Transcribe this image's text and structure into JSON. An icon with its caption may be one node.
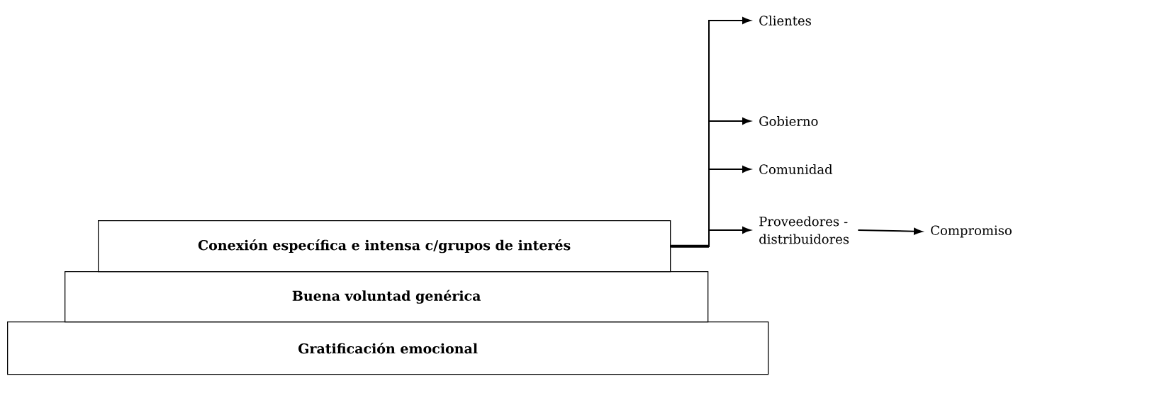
{
  "diagram": {
    "nodes": [
      {
        "text": [
          "Clientes"
        ]
      },
      {
        "text": [
          "Gobierno"
        ]
      },
      {
        "text": [
          "Comunidad"
        ]
      },
      {
        "text": [
          "Proveedores - distribuidores"
        ]
      },
      {
        "text": [
          "Compromiso"
        ]
      },
      {
        "text": [
          "Conexión específica e intensa c/grupos de interés"
        ]
      },
      {
        "text": [
          "Buena voluntad genérica"
        ]
      },
      {
        "text": [
          "Gratificación emocional"
        ]
      }
    ],
    "edges": [
      {
        "from": 5,
        "to": 0,
        "arrow": "to"
      },
      {
        "from": 5,
        "to": 1,
        "arrow": "to"
      },
      {
        "from": 5,
        "to": 2,
        "arrow": "to"
      },
      {
        "from": 5,
        "to": 3,
        "arrow": "to"
      },
      {
        "from": 3,
        "to": 4,
        "arrow": "to"
      }
    ]
  }
}
